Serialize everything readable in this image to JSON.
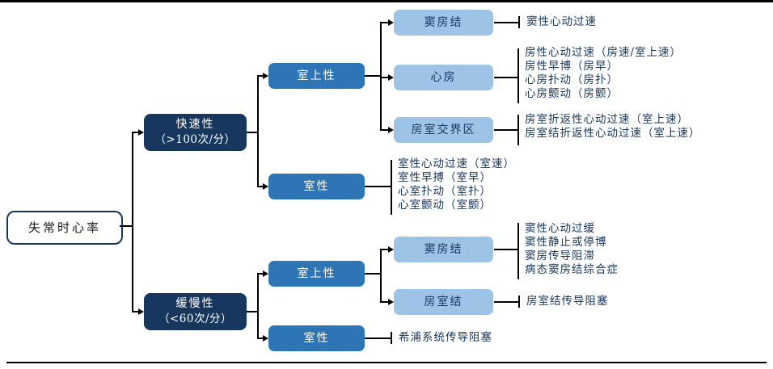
{
  "colors": {
    "dark_box": "#17375E",
    "mid_box": "#2E75B6",
    "light_box": "#9DC3E6",
    "leaf_text": "#17365D",
    "line": "#000000",
    "background": "#ffffff"
  },
  "root": {
    "label": "失常时心率"
  },
  "branches": {
    "fast": {
      "label": "快速性",
      "criteria": "（>100次/分）"
    },
    "slow": {
      "label": "缓慢性",
      "criteria": "（<60次/分）"
    }
  },
  "mid_nodes": {
    "fast_supraventricular": "室上性",
    "fast_ventricular": "室性",
    "slow_supraventricular": "室上性",
    "slow_ventricular": "室性"
  },
  "sub_nodes": {
    "sinus_node_fast": "窦房结",
    "atrium": "心房",
    "av_junction": "房室交界区",
    "sinus_node_slow": "窦房结",
    "av_node": "房室结"
  },
  "leaves": {
    "sinus_fast": [
      "窦性心动过速"
    ],
    "atrium": [
      "房性心动过速（房速/室上速）",
      "房性早博（房早）",
      "心房扑动（房扑）",
      "心房颤动（房颤）"
    ],
    "av_junction": [
      "房室折返性心动过速（室上速）",
      "房室结折返性心动过速（室上速）"
    ],
    "ventricular_fast": [
      "室性心动过速（室速）",
      "室性早搏（室早）",
      "心室扑动（室扑）",
      "心室颤动（室颤）"
    ],
    "sinus_slow": [
      "窦性心动过缓",
      "窦性静止或停博",
      "窦房传导阻滞",
      "病态窦房结综合症"
    ],
    "av_node": [
      "房室结传导阻塞"
    ],
    "ventricular_slow": [
      "希浦系统传导阻塞"
    ]
  }
}
